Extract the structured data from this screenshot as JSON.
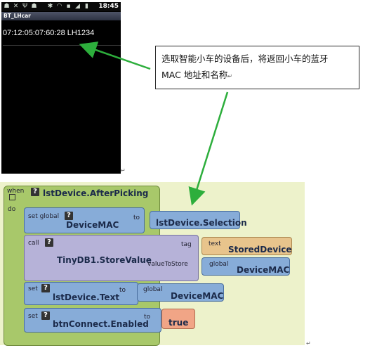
{
  "phone": {
    "status_time": "18:45",
    "app_title": "BT_LHcar",
    "device_line": "07:12:05:07:60:28 LH1234"
  },
  "callout": {
    "line1": "选取智能小车的设备后，将返回小车的蓝牙",
    "line2": "MAC 地址和名称"
  },
  "blocks": {
    "event": {
      "when_label": "when",
      "do_label": "do",
      "name": "lstDevice.AfterPicking"
    },
    "set_global": {
      "set_label": "set global",
      "var": "DeviceMAC",
      "to_label": "to",
      "value": "lstDevice.Selection"
    },
    "call": {
      "call_label": "call",
      "method": "TinyDB1.StoreValue",
      "tag_label": "tag",
      "value_label": "valueToStore",
      "text_label": "text",
      "text_value": "StoredDevice",
      "global_label": "global",
      "global_value": "DeviceMAC"
    },
    "set_text": {
      "set_label": "set",
      "prop": "lstDevice.Text",
      "to_label": "to",
      "global_label": "global",
      "global_value": "DeviceMAC"
    },
    "set_enabled": {
      "set_label": "set",
      "prop": "btnConnect.Enabled",
      "to_label": "to",
      "value": "true"
    }
  },
  "colors": {
    "arrow": "#2dae3c",
    "event_block": "#a8c86a",
    "blue_block": "#87acd8",
    "purple_block": "#b6b2d8",
    "text_block": "#e8c48c",
    "logic_block": "#f1a586"
  },
  "icons": [
    "android-icon",
    "bluetooth-icon",
    "wifi-icon",
    "signal-icon",
    "battery-icon",
    "help-icon"
  ]
}
